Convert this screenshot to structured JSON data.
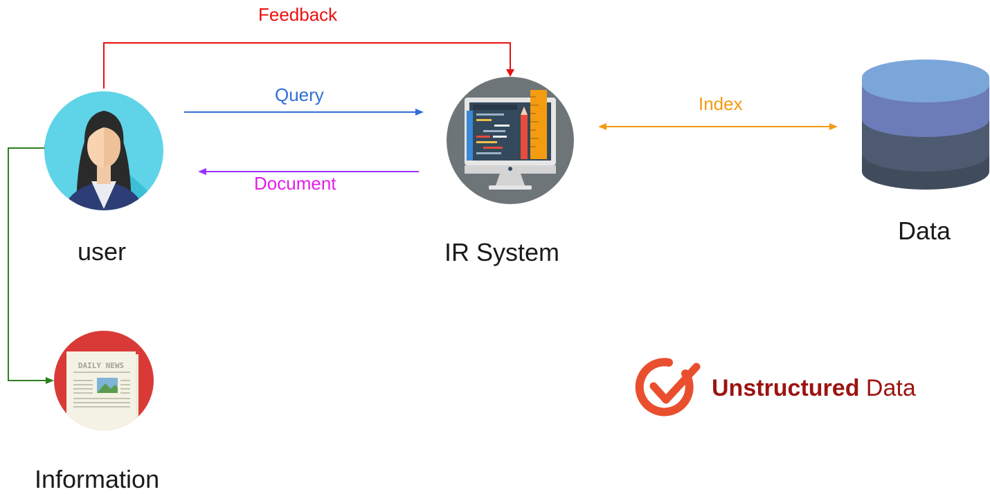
{
  "edges": {
    "feedback": "Feedback",
    "query": "Query",
    "document": "Document",
    "index": "Index"
  },
  "nodes": {
    "user": "user",
    "ir_system": "IR System",
    "data": "Data",
    "information": "Information"
  },
  "newspaper_masthead": "DAILY NEWS",
  "status": {
    "bold_word": "Unstructured",
    "rest": " Data"
  },
  "icons": {
    "user": "user-avatar-icon",
    "ir_system": "computer-monitor-icon",
    "data": "database-icon",
    "information": "newspaper-icon",
    "status": "checkmark-icon"
  },
  "colors": {
    "feedback": "#e8110f",
    "query": "#2f6fd6",
    "document": "#e01ee8",
    "document_arrow": "#9b30ff",
    "index": "#f39a12",
    "information_link": "#2e7d1f",
    "status_accent": "#e94f2e",
    "status_bold": "#9b1411"
  }
}
